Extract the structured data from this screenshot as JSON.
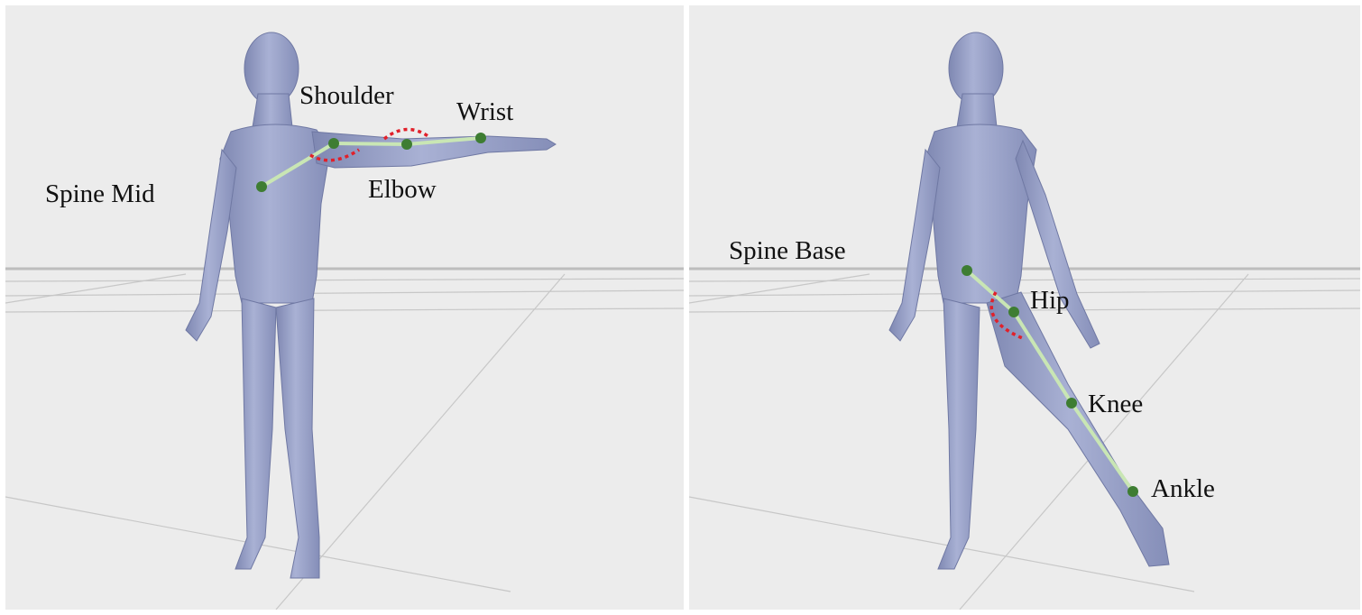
{
  "colors": {
    "background": "#ececec",
    "skin": "#9aa3c8",
    "skin_shadow": "#7f88b2",
    "limb_line": "#c9e6b4",
    "joint_dot": "#3e7d32",
    "angle_arc": "#e1202a",
    "floor_grid": "#c9c9c9"
  },
  "left_panel": {
    "labels": {
      "shoulder": "Shoulder",
      "wrist": "Wrist",
      "spine_mid": "Spine Mid",
      "elbow": "Elbow"
    }
  },
  "right_panel": {
    "labels": {
      "spine_base": "Spine Base",
      "hip": "Hip",
      "knee": "Knee",
      "ankle": "Ankle"
    }
  }
}
